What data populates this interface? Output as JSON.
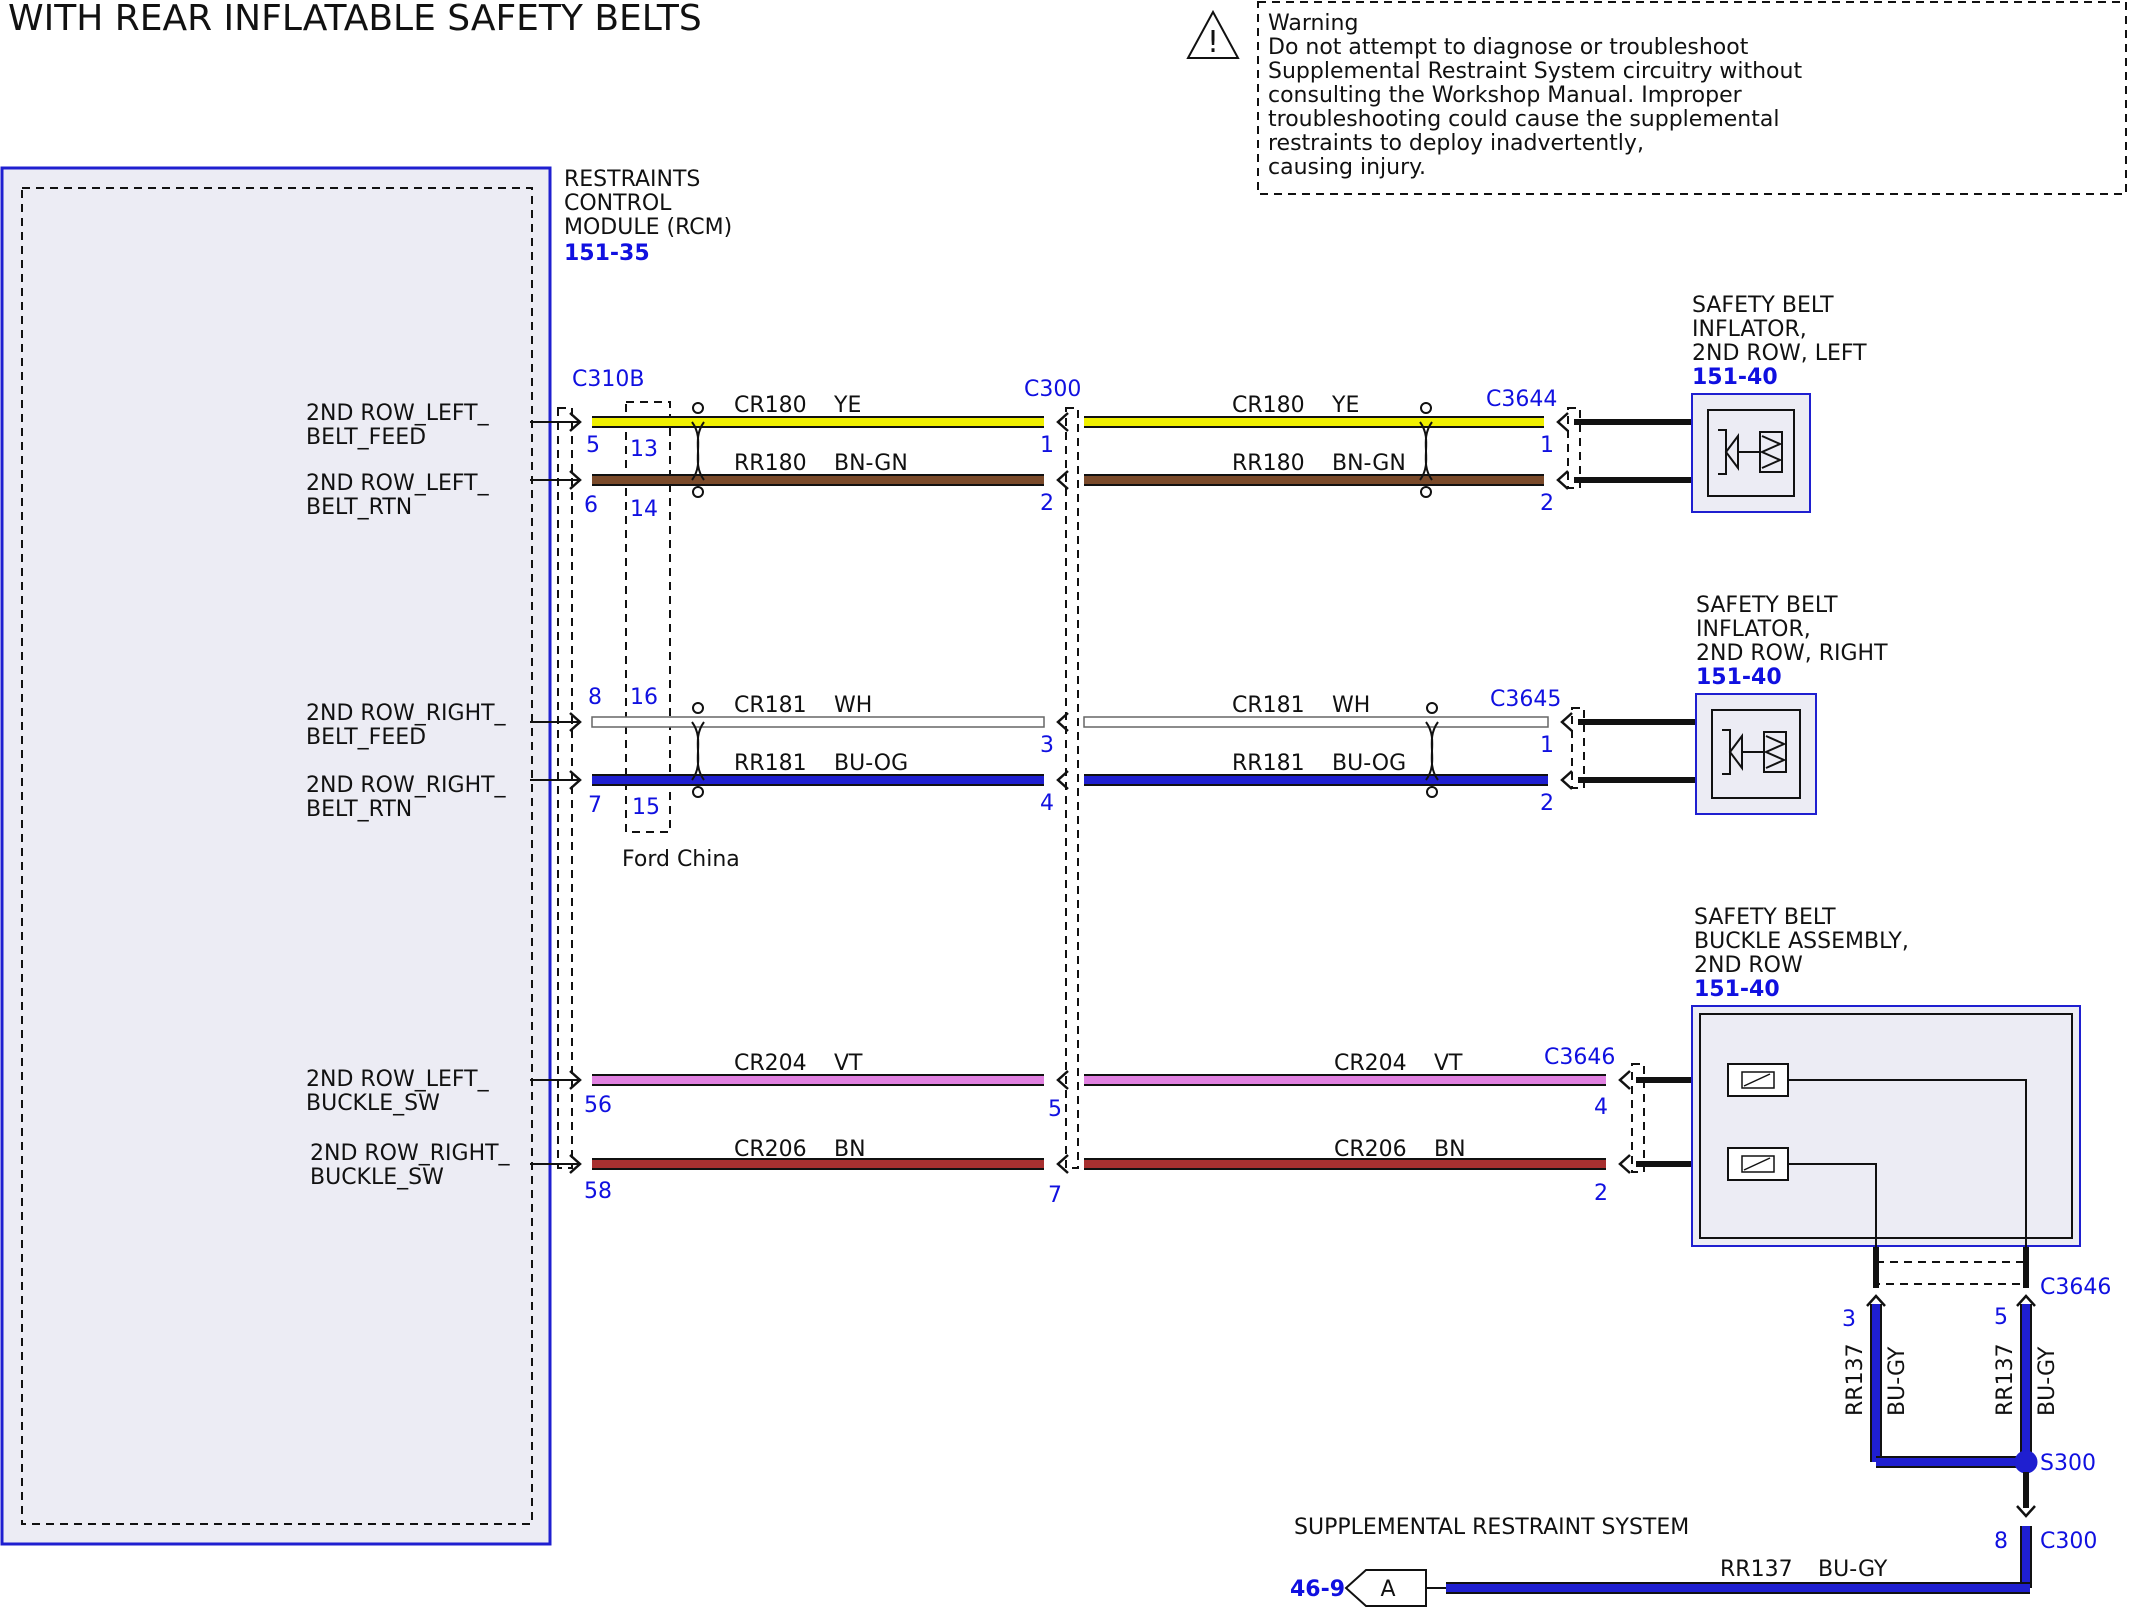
{
  "title": "WITH REAR INFLATABLE SAFETY BELTS",
  "warning": {
    "heading": "Warning",
    "lines": [
      "Do not attempt to diagnose or troubleshoot",
      "Supplemental Restraint System circuitry without",
      "consulting the Workshop Manual. Improper",
      "troubleshooting could cause the supplemental",
      "restraints to deploy inadvertently,",
      "causing injury."
    ]
  },
  "rcm": {
    "lines": [
      "RESTRAINTS",
      "CONTROL",
      "MODULE (RCM)"
    ],
    "ref": "151-35"
  },
  "connectors": {
    "rcm": "C310B",
    "inline": "C300",
    "inflator_left": "C3644",
    "inflator_right": "C3645",
    "buckle": "C3646",
    "buckle_lower": "C3646",
    "splice": "S300",
    "lower_inline": "C300"
  },
  "components": {
    "inflator_left": {
      "lines": [
        "SAFETY BELT",
        "INFLATOR,",
        "2ND ROW, LEFT"
      ],
      "ref": "151-40"
    },
    "inflator_right": {
      "lines": [
        "SAFETY BELT",
        "INFLATOR,",
        "2ND ROW, RIGHT"
      ],
      "ref": "151-40"
    },
    "buckle": {
      "lines": [
        "SAFETY BELT",
        "BUCKLE ASSEMBLY,",
        "2ND ROW"
      ],
      "ref": "151-40"
    }
  },
  "ford_china": "Ford China",
  "signals": [
    {
      "line1": "2ND ROW_LEFT_",
      "line2": "BELT_FEED"
    },
    {
      "line1": "2ND ROW_LEFT_",
      "line2": "BELT_RTN"
    },
    {
      "line1": "2ND ROW_RIGHT_",
      "line2": "BELT_FEED"
    },
    {
      "line1": "2ND ROW_RIGHT_",
      "line2": "BELT_RTN"
    },
    {
      "line1": "2ND ROW_LEFT_",
      "line2": "BUCKLE_SW"
    },
    {
      "line1": "2ND ROW_RIGHT_",
      "line2": "BUCKLE_SW"
    }
  ],
  "wires": [
    {
      "circuit": "CR180",
      "color_code": "YE",
      "color": "#f0f000",
      "rcm_pin": "5",
      "alt_pin": "13",
      "c300_pin": "1",
      "far_pin": "1"
    },
    {
      "circuit": "RR180",
      "color_code": "BN-GN",
      "color": "#7a4a2a",
      "rcm_pin": "6",
      "alt_pin": "14",
      "c300_pin": "2",
      "far_pin": "2"
    },
    {
      "circuit": "CR181",
      "color_code": "WH",
      "color": "#ffffff",
      "rcm_pin": "8",
      "alt_pin": "16",
      "c300_pin": "3",
      "far_pin": "1"
    },
    {
      "circuit": "RR181",
      "color_code": "BU-OG",
      "color": "#1f1fd0",
      "rcm_pin": "7",
      "alt_pin": "15",
      "c300_pin": "4",
      "far_pin": "2"
    },
    {
      "circuit": "CR204",
      "color_code": "VT",
      "color": "#e080e0",
      "rcm_pin": "56",
      "c300_pin": "5",
      "far_pin": "4"
    },
    {
      "circuit": "CR206",
      "color_code": "BN",
      "color": "#a83030",
      "rcm_pin": "58",
      "c300_pin": "7",
      "far_pin": "2"
    }
  ],
  "ground_wires": {
    "circuit": "RR137",
    "color_code": "BU-GY",
    "left_pin": "3",
    "right_pin": "5",
    "c300_pin": "8"
  },
  "bottom": {
    "label": "SUPPLEMENTAL RESTRAINT SYSTEM",
    "ref": "46-9",
    "tag": "A",
    "circuit": "RR137",
    "color_code": "BU-GY"
  }
}
